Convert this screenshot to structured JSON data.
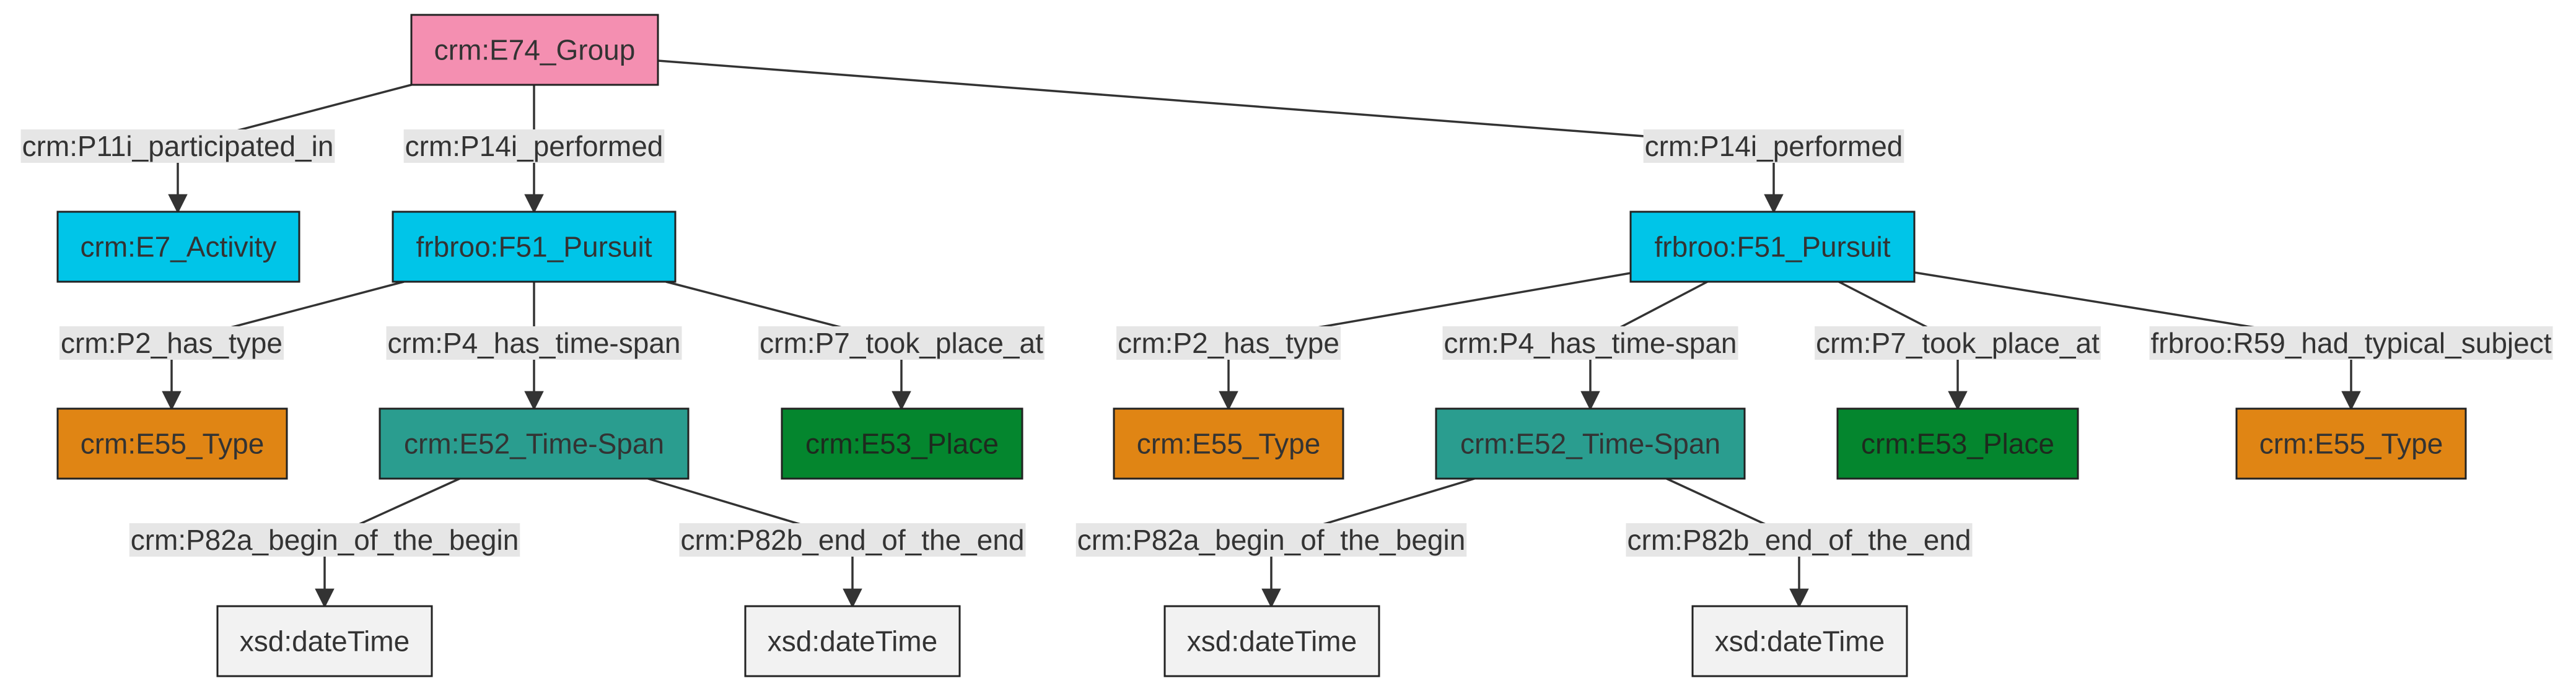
{
  "diagram": {
    "colors": {
      "group": "#f48fb1",
      "pursuit": "#00c5e8",
      "type": "#e08514",
      "timespan": "#2a9d8f",
      "place": "#04862e",
      "datatype": "#f2f2f2",
      "edge": "#333333",
      "label_bg": "#e6e6e6"
    },
    "nodes": [
      {
        "id": "n_group",
        "label": "crm:E74_Group",
        "kind": "group"
      },
      {
        "id": "n_activity",
        "label": "crm:E7_Activity",
        "kind": "pursuit"
      },
      {
        "id": "n_pursuit1",
        "label": "frbroo:F51_Pursuit",
        "kind": "pursuit"
      },
      {
        "id": "n_pursuit2",
        "label": "frbroo:F51_Pursuit",
        "kind": "pursuit"
      },
      {
        "id": "n_type1",
        "label": "crm:E55_Type",
        "kind": "type"
      },
      {
        "id": "n_timespan1",
        "label": "crm:E52_Time-Span",
        "kind": "timespan"
      },
      {
        "id": "n_place1",
        "label": "crm:E53_Place",
        "kind": "place"
      },
      {
        "id": "n_type2",
        "label": "crm:E55_Type",
        "kind": "type"
      },
      {
        "id": "n_timespan2",
        "label": "crm:E52_Time-Span",
        "kind": "timespan"
      },
      {
        "id": "n_place2",
        "label": "crm:E53_Place",
        "kind": "place"
      },
      {
        "id": "n_type3",
        "label": "crm:E55_Type",
        "kind": "type"
      },
      {
        "id": "n_dt1",
        "label": "xsd:dateTime",
        "kind": "datatype"
      },
      {
        "id": "n_dt2",
        "label": "xsd:dateTime",
        "kind": "datatype"
      },
      {
        "id": "n_dt3",
        "label": "xsd:dateTime",
        "kind": "datatype"
      },
      {
        "id": "n_dt4",
        "label": "xsd:dateTime",
        "kind": "datatype"
      }
    ],
    "edges": [
      {
        "id": "e1",
        "from": "n_group",
        "to": "n_activity",
        "label": "crm:P11i_participated_in"
      },
      {
        "id": "e2",
        "from": "n_group",
        "to": "n_pursuit1",
        "label": "crm:P14i_performed"
      },
      {
        "id": "e3",
        "from": "n_group",
        "to": "n_pursuit2",
        "label": "crm:P14i_performed"
      },
      {
        "id": "e4",
        "from": "n_pursuit1",
        "to": "n_type1",
        "label": "crm:P2_has_type"
      },
      {
        "id": "e5",
        "from": "n_pursuit1",
        "to": "n_timespan1",
        "label": "crm:P4_has_time-span"
      },
      {
        "id": "e6",
        "from": "n_pursuit1",
        "to": "n_place1",
        "label": "crm:P7_took_place_at"
      },
      {
        "id": "e7",
        "from": "n_pursuit2",
        "to": "n_type2",
        "label": "crm:P2_has_type"
      },
      {
        "id": "e8",
        "from": "n_pursuit2",
        "to": "n_timespan2",
        "label": "crm:P4_has_time-span"
      },
      {
        "id": "e9",
        "from": "n_pursuit2",
        "to": "n_place2",
        "label": "crm:P7_took_place_at"
      },
      {
        "id": "e10",
        "from": "n_pursuit2",
        "to": "n_type3",
        "label": "frbroo:R59_had_typical_subject"
      },
      {
        "id": "e11",
        "from": "n_timespan1",
        "to": "n_dt1",
        "label": "crm:P82a_begin_of_the_begin"
      },
      {
        "id": "e12",
        "from": "n_timespan1",
        "to": "n_dt2",
        "label": "crm:P82b_end_of_the_end"
      },
      {
        "id": "e13",
        "from": "n_timespan2",
        "to": "n_dt3",
        "label": "crm:P82a_begin_of_the_begin"
      },
      {
        "id": "e14",
        "from": "n_timespan2",
        "to": "n_dt4",
        "label": "crm:P82b_end_of_the_end"
      }
    ]
  }
}
